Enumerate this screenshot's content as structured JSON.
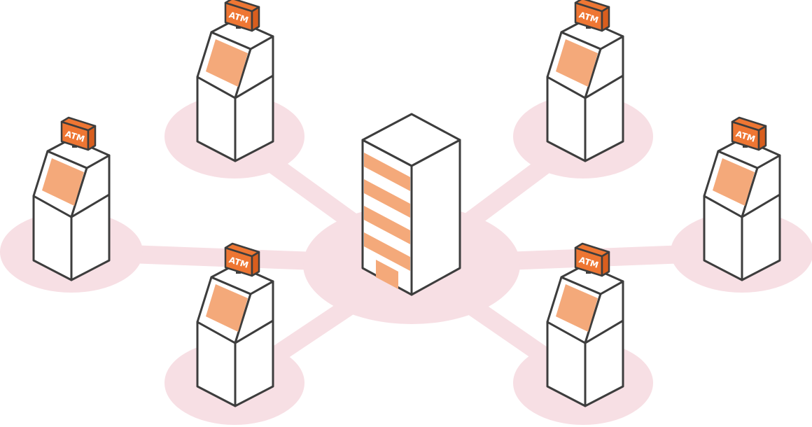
{
  "diagram": {
    "hub": {
      "label": "central-bank-building"
    },
    "atm_sign_text": "ATM",
    "atms": [
      {
        "id": "atm-top-left"
      },
      {
        "id": "atm-top-right"
      },
      {
        "id": "atm-left"
      },
      {
        "id": "atm-right"
      },
      {
        "id": "atm-bottom-left"
      },
      {
        "id": "atm-bottom-right"
      }
    ],
    "colors": {
      "halo": "#f7dfe4",
      "accent": "#f4a97a",
      "sign": "#ee7633",
      "sign_dark": "#d85e1e",
      "outline": "#3d3d3d",
      "body": "#ffffff"
    }
  }
}
